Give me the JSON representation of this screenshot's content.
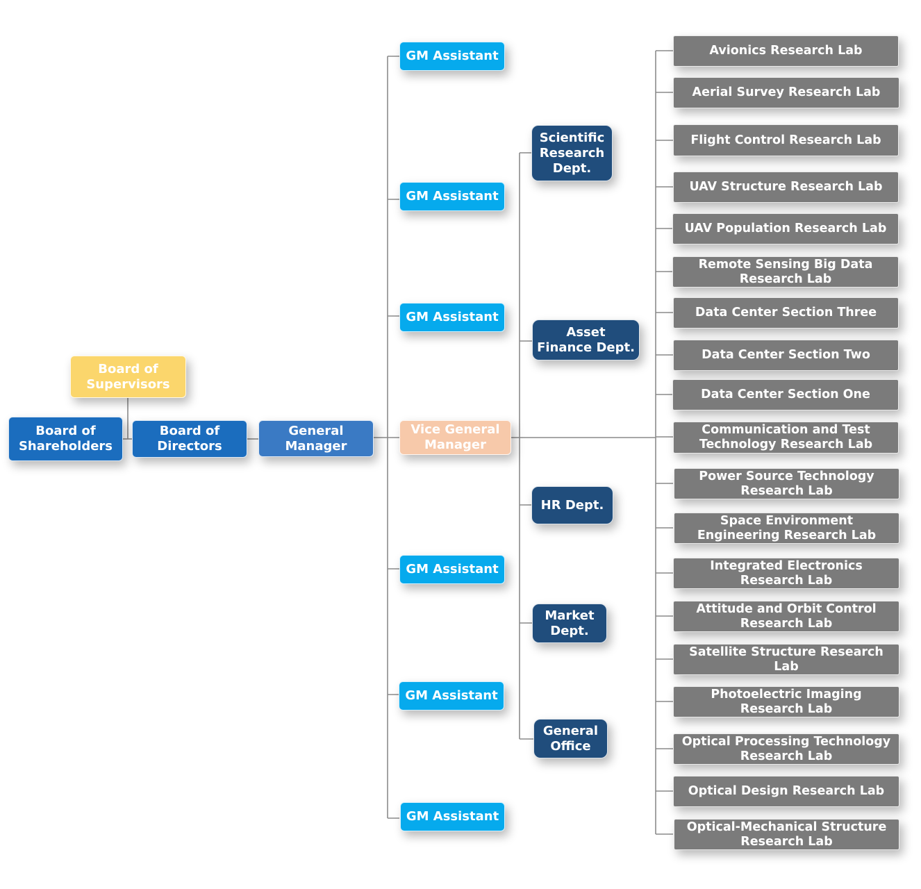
{
  "colors": {
    "board_blue": "#1b6dbe",
    "gm_blue": "#3a7ac4",
    "assistant_cyan": "#06aaed",
    "vice_peach": "#f7c9aa",
    "supervisor_yellow": "#fbd66c",
    "dept_navy": "#204d7c",
    "lab_gray": "#7b7b7b",
    "connector": "#8a8a8a"
  },
  "nodes": {
    "board_of_supervisors": "Board of Supervisors",
    "board_of_shareholders": "Board of Shareholders",
    "board_of_directors": "Board of Directors",
    "general_manager": "General Manager",
    "vice_general_manager": "Vice General Manager",
    "gm_assistants": [
      "GM Assistant",
      "GM Assistant",
      "GM Assistant",
      "GM Assistant",
      "GM Assistant",
      "GM Assistant"
    ],
    "departments": [
      "Scientific Research Dept.",
      "Asset Finance Dept.",
      "HR Dept.",
      "Market Dept.",
      "General Office"
    ],
    "labs": [
      "Avionics Research Lab",
      "Aerial Survey Research Lab",
      "Flight Control Research Lab",
      "UAV Structure Research Lab",
      "UAV Population Research Lab",
      "Remote Sensing Big Data Research Lab",
      "Data Center Section Three",
      "Data Center Section Two",
      "Data Center Section One",
      "Communication and Test Technology Research Lab",
      "Power Source Technology Research Lab",
      "Space Environment Engineering Research Lab",
      "Integrated Electronics Research Lab",
      "Attitude and Orbit Control Research Lab",
      "Satellite Structure Research Lab",
      "Photoelectric Imaging Research Lab",
      "Optical Processing Technology Research Lab",
      "Optical Design Research Lab",
      "Optical-Mechanical Structure Research Lab"
    ]
  }
}
